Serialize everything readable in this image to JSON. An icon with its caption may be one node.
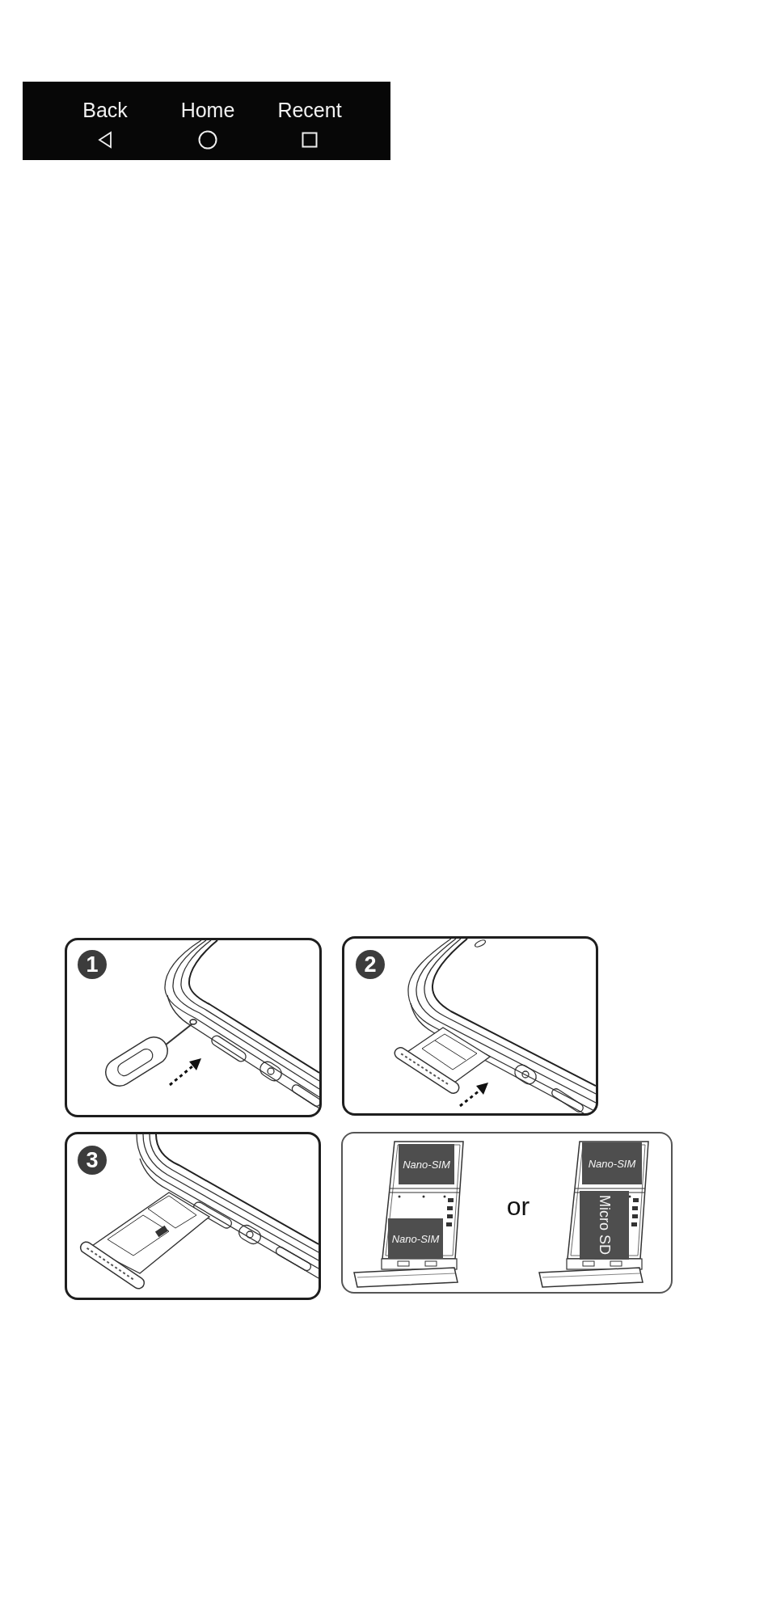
{
  "diagram": {
    "nodes": [
      {
        "text": [
          "Back",
          "Home",
          "Recent"
        ]
      },
      {
        "text": [],
        "shape": "box"
      },
      {
        "text": [
          "1"
        ],
        "in": 1
      },
      {
        "text": [],
        "shape": "box"
      },
      {
        "text": [
          "2"
        ],
        "in": 3
      },
      {
        "text": [],
        "shape": "box"
      },
      {
        "text": [
          "3"
        ],
        "in": 5
      },
      {
        "text": [
          "or"
        ]
      },
      {
        "text": [
          "Nano-SIM"
        ],
        "in": 7
      },
      {
        "text": [
          "Nano-SIM"
        ],
        "in": 7
      },
      {
        "text": [
          "Nano-SIM"
        ],
        "in": 7
      },
      {
        "text": [
          "Micro SD"
        ],
        "in": 7
      }
    ]
  }
}
